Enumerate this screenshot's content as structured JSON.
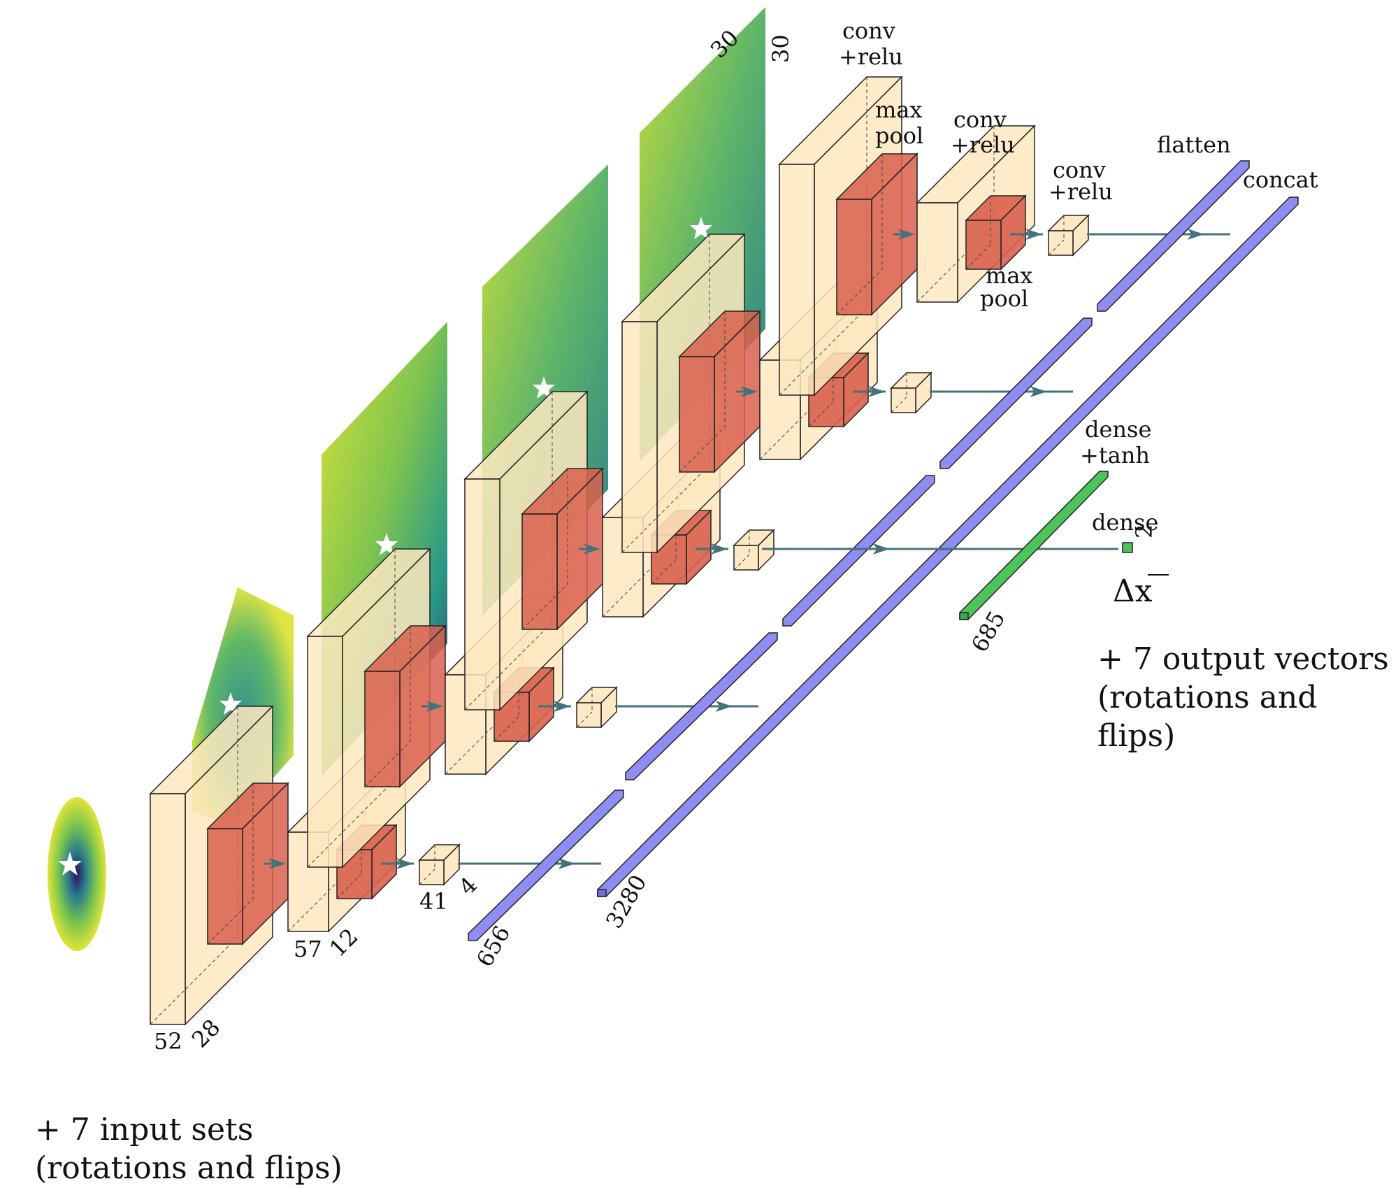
{
  "colors": {
    "conv_block": "#fde7bf",
    "pool_block": "#d9604e",
    "flatten_bar": "#8d8df2",
    "dense_bar": "#4cc45a",
    "arrow": "#44727a",
    "heatmap_low": "#3b2c77",
    "heatmap_mid": "#2a9a86",
    "heatmap_high": "#dbe23a"
  },
  "labels": {
    "conv_relu_1": "conv",
    "conv_relu_2": "+relu",
    "max_pool_1": "max",
    "max_pool_2": "pool",
    "conv2_relu_1": "conv",
    "conv2_relu_2": "+relu",
    "max_pool2_1": "max",
    "max_pool2_2": "pool",
    "conv3_relu_1": "conv",
    "conv3_relu_2": "+relu",
    "flatten": "flatten",
    "concat": "concat",
    "dense_tanh_1": "dense",
    "dense_tanh_2": "+tanh",
    "dense": "dense",
    "delta_x": "Δx",
    "output_note_1": "+ 7 output vectors",
    "output_note_2": "(rotations and flips)",
    "input_note_1": "+ 7 input sets",
    "input_note_2": "(rotations and flips)"
  },
  "dims": {
    "top_w": "30",
    "top_h": "30",
    "conv1_h": "52",
    "conv1_d": "28",
    "conv2_h": "57",
    "conv2_d": "12",
    "conv3_h": "41",
    "conv3_d": "4",
    "flatten_n": "656",
    "concat_n": "3280",
    "dense_n": "685",
    "out_n": "2"
  }
}
